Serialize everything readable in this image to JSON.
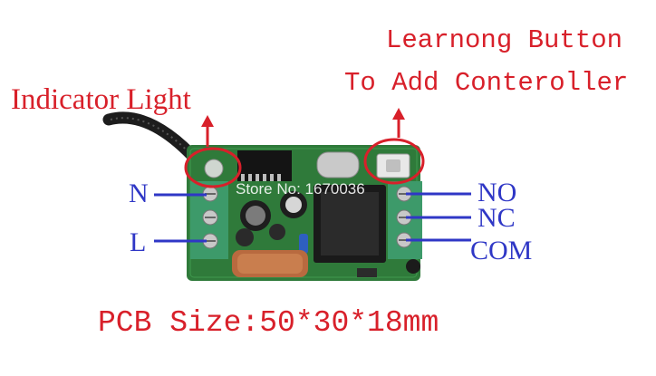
{
  "labels": {
    "indicator": "Indicator Light",
    "learning_line1": "Learnong Button",
    "learning_line2": "To Add Conteroller",
    "pcb_size": "PCB Size:50*30*18mm"
  },
  "terminals": {
    "left": [
      "N",
      "L"
    ],
    "right": [
      "NO",
      "NC",
      "COM"
    ]
  },
  "watermark": "Store No: 1670036",
  "colors": {
    "annotation_red": "#d8202a",
    "wire_blue": "#2f37c6",
    "pcb_green": "#2f7a3a",
    "terminal_green": "#3d9a6a"
  }
}
